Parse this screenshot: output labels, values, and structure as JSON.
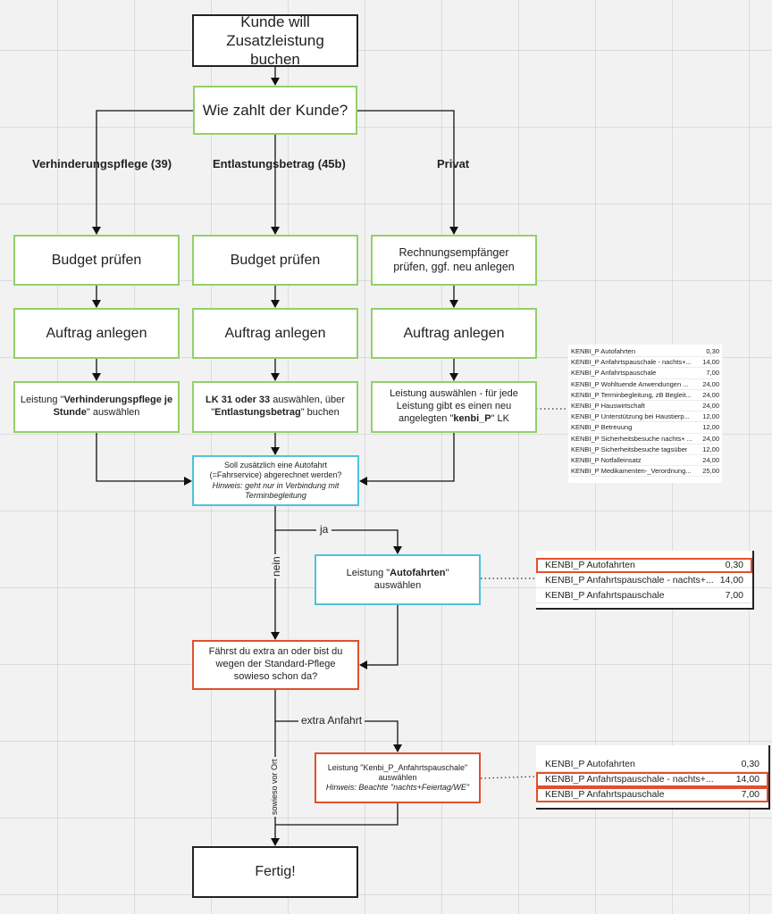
{
  "nodes": {
    "start": "Kunde will Zusatzleistung buchen",
    "question": "Wie zahlt der Kunde?",
    "budget_a": "Budget prüfen",
    "budget_b": "Budget prüfen",
    "recipient_check": "Rechnungsempfänger prüfen, ggf. neu anlegen",
    "order_a": "Auftrag anlegen",
    "order_b": "Auftrag anlegen",
    "order_c": "Auftrag anlegen",
    "service_a": {
      "pre": "Leistung \"",
      "bold": "Verhinderungspflege je Stunde",
      "post": "\" auswählen"
    },
    "service_b": {
      "bold1": "LK 31 oder 33",
      "mid": " auswählen, über \"",
      "bold2": "Entlastungsbetrag",
      "post": "\" buchen"
    },
    "service_c": {
      "pre": "Leistung auswählen - für jede Leistung gibt es einen neu angelegten \"",
      "bold": "kenbi_P",
      "post": "\" LK"
    },
    "autofahrt_question": {
      "text": "Soll zusätzlich eine Autofahrt (=Fahrservice)  abgerechnet werden?",
      "hint": "Hinweis: geht nur in Verbindung mit Terminbegleitung"
    },
    "autofahrt_select": {
      "pre": "Leistung \"",
      "bold": "Autofahrten",
      "post": "\" auswählen"
    },
    "travel_question": "Fährst du extra an oder bist du wegen der Standard-Pflege sowieso schon da?",
    "anfahrt_select": {
      "text": "Leistung \"Kenbi_P_Anfahrtspauschale\" auswählen",
      "hint": "Hinweis: Beachte \"nachts+Feiertag/WE\""
    },
    "end": "Fertig!"
  },
  "edge_labels": {
    "verhinderung": "Verhinderungspflege (39)",
    "entlastung": "Entlastungsbetrag (45b)",
    "privat": "Privat",
    "ja": "ja",
    "nein": "nein",
    "extra": "extra Anfahrt",
    "sowieso": "sowieso vor Ort"
  },
  "panel_services": [
    {
      "name": "KENBI_P Autofahrten",
      "price": "0,30"
    },
    {
      "name": "KENBI_P Anfahrtspauschale - nachts+...",
      "price": "14,00"
    },
    {
      "name": "KENBI_P Anfahrtspauschale",
      "price": "7,00"
    },
    {
      "name": "KENBI_P Wohltuende Anwendungen ...",
      "price": "24,00"
    },
    {
      "name": "KENBI_P Terminbegleitung, zB Begleit...",
      "price": "24,00"
    },
    {
      "name": "KENBI_P Hauswirtschaft",
      "price": "24,00"
    },
    {
      "name": "KENBI_P Unterstützung bei Haustierp...",
      "price": "12,00"
    },
    {
      "name": "KENBI_P Betreuung",
      "price": "12,00"
    },
    {
      "name": "KENBI_P Sicherheitsbesuche nachts+ ...",
      "price": "24,00"
    },
    {
      "name": "KENBI_P Sicherheitsbesuche tagsüber",
      "price": "12,00"
    },
    {
      "name": "KENBI_P Notfalleinsatz",
      "price": "24,00"
    },
    {
      "name": "KENBI_P Medikamenten-_Verordnung...",
      "price": "25,00"
    }
  ],
  "panel_autofahrt": [
    {
      "name": "KENBI_P Autofahrten",
      "price": "0,30"
    },
    {
      "name": "KENBI_P Anfahrtspauschale - nachts+...",
      "price": "14,00"
    },
    {
      "name": "KENBI_P Anfahrtspauschale",
      "price": "7,00"
    }
  ],
  "panel_anfahrt": [
    {
      "name": "KENBI_P Autofahrten",
      "price": "0,30"
    },
    {
      "name": "KENBI_P Anfahrtspauschale - nachts+...",
      "price": "14,00"
    },
    {
      "name": "KENBI_P Anfahrtspauschale",
      "price": "7,00"
    }
  ],
  "colors": {
    "black_border": "#222222",
    "green_border": "#93d06a",
    "cyan_border": "#4fc3d9",
    "red_border": "#e0502e"
  }
}
